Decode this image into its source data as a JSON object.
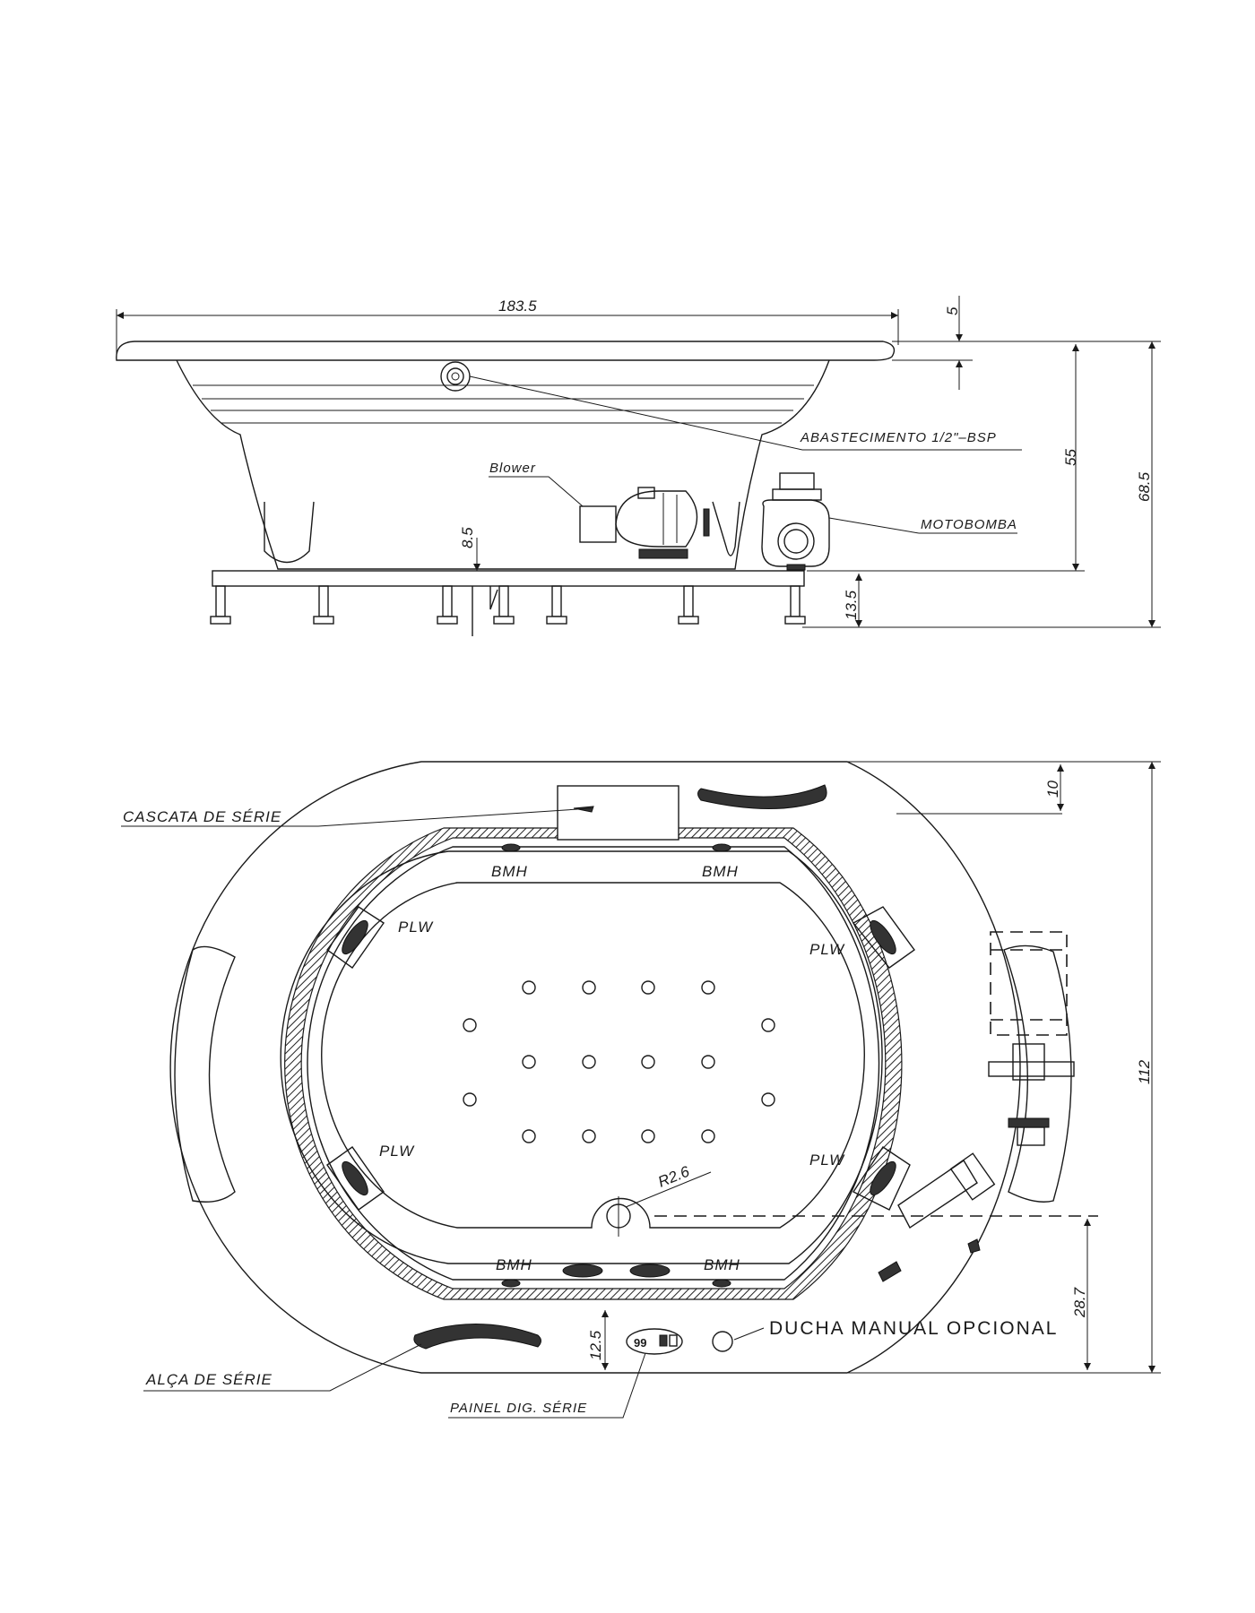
{
  "side_view": {
    "dims": {
      "length": "183.5",
      "rim": "5",
      "body_height": "55",
      "total_height": "68.5",
      "base_height": "13.5",
      "floor": "8.5"
    },
    "labels": {
      "supply": "ABASTECIMENTO 1/2\"–BSP",
      "blower": "Blower",
      "pump": "MOTOBOMBA"
    }
  },
  "top_view": {
    "dims": {
      "width": "112",
      "edge": "10",
      "offset": "28.7",
      "front": "12.5",
      "radius": "R2.6"
    },
    "labels": {
      "cascade": "CASCATA DE SÉRIE",
      "handle": "ALÇA DE SÉRIE",
      "panel": "PAINEL DIG. SÉRIE",
      "shower": "DUCHA MANUAL OPCIONAL"
    },
    "jets": {
      "bmh": "BMH",
      "bmh_lower": "BMH",
      "plw": "PLW"
    }
  }
}
